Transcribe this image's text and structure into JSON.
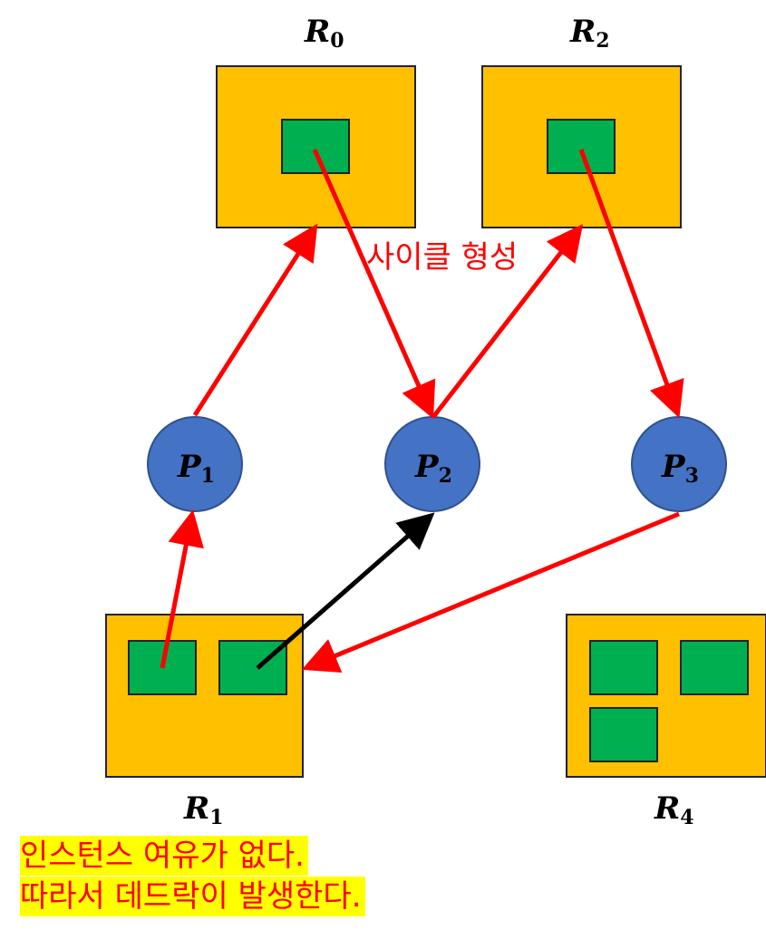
{
  "colors": {
    "resource": "#FFC000",
    "instance": "#00B050",
    "process": "#4472C4",
    "edge_red": "#FF0000",
    "edge_black": "#000000",
    "highlight": "#FFFF00"
  },
  "resources": [
    {
      "id": "R0",
      "letter": "R",
      "sub": "0",
      "instances": 1
    },
    {
      "id": "R2",
      "letter": "R",
      "sub": "2",
      "instances": 1
    },
    {
      "id": "R1",
      "letter": "R",
      "sub": "1",
      "instances": 2
    },
    {
      "id": "R4",
      "letter": "R",
      "sub": "4",
      "instances": 3
    }
  ],
  "processes": [
    {
      "id": "P1",
      "letter": "P",
      "sub": "1"
    },
    {
      "id": "P2",
      "letter": "P",
      "sub": "2"
    },
    {
      "id": "P3",
      "letter": "P",
      "sub": "3"
    }
  ],
  "edges": [
    {
      "from": "P1",
      "to": "R0",
      "type": "request",
      "color": "red"
    },
    {
      "from": "R0",
      "to": "P2",
      "type": "assignment",
      "color": "red"
    },
    {
      "from": "P2",
      "to": "R2",
      "type": "request",
      "color": "red"
    },
    {
      "from": "R2",
      "to": "P3",
      "type": "assignment",
      "color": "red"
    },
    {
      "from": "P3",
      "to": "R1",
      "type": "request",
      "color": "red"
    },
    {
      "from": "R1",
      "to": "P1",
      "type": "assignment",
      "color": "red"
    },
    {
      "from": "R1",
      "to": "P2",
      "type": "assignment",
      "color": "black"
    }
  ],
  "cycle_label": "사이클 형성",
  "note": {
    "line1": "인스턴스 여유가 없다.",
    "line2": "따라서 데드락이 발생한다."
  }
}
